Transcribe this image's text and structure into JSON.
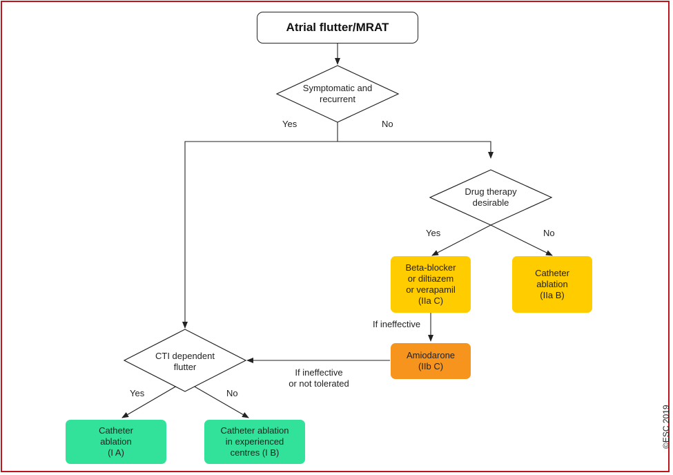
{
  "start": {
    "label": "Atrial flutter/MRAT"
  },
  "decision_symptomatic": {
    "line1": "Symptomatic and",
    "line2": "recurrent"
  },
  "decision_drug": {
    "line1": "Drug therapy",
    "line2": "desirable"
  },
  "decision_cti": {
    "line1": "CTI dependent",
    "line2": "flutter"
  },
  "box_beta": {
    "lines": [
      "Beta-blocker",
      "or diltiazem",
      "or verapamil",
      "(IIa C)"
    ]
  },
  "box_ablation_iia": {
    "lines": [
      "Catheter",
      "ablation",
      "(IIa B)"
    ]
  },
  "box_amiodarone": {
    "lines": [
      "Amiodarone",
      "(IIb C)"
    ]
  },
  "box_ablation_ia": {
    "lines": [
      "Catheter",
      "ablation",
      "(I A)"
    ]
  },
  "box_ablation_experienced": {
    "lines": [
      "Catheter ablation",
      "in experienced",
      "centres (I B)"
    ]
  },
  "labels": {
    "yes": "Yes",
    "no": "No",
    "if_ineffective": "If ineffective",
    "if_ineffective_or": "If ineffective",
    "not_tolerated": "or not tolerated"
  },
  "copyright": "©ESC 2019",
  "colors": {
    "border": "#c0141c",
    "yellow": "#ffcc00",
    "orange": "#f7941d",
    "green": "#33e29a"
  }
}
